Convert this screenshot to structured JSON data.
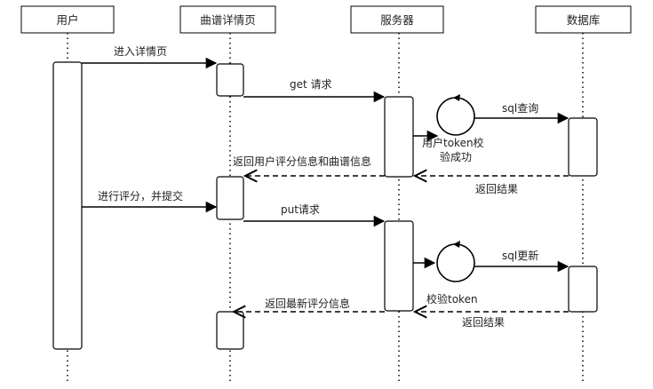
{
  "diagram": {
    "participants": [
      {
        "id": "user",
        "label": "用户"
      },
      {
        "id": "detail",
        "label": "曲谱详情页"
      },
      {
        "id": "server",
        "label": "服务器"
      },
      {
        "id": "db",
        "label": "数据库"
      }
    ],
    "messages": [
      {
        "id": "m1",
        "label": "进入详情页",
        "from": "user",
        "to": "detail",
        "style": "solid"
      },
      {
        "id": "m2",
        "label": "get 请求",
        "from": "detail",
        "to": "server",
        "style": "solid"
      },
      {
        "id": "m3",
        "label": "sql查询",
        "from": "token-check-1",
        "to": "db",
        "style": "solid"
      },
      {
        "id": "m4",
        "label": "返回结果",
        "from": "db",
        "to": "server",
        "style": "dashed"
      },
      {
        "id": "m5",
        "label": "返回用户评分信息和曲谱信息",
        "from": "server",
        "to": "detail",
        "style": "dashed"
      },
      {
        "id": "m6",
        "label": "进行评分，并提交",
        "from": "user",
        "to": "detail",
        "style": "solid"
      },
      {
        "id": "m7",
        "label": "put请求",
        "from": "detail",
        "to": "server",
        "style": "solid"
      },
      {
        "id": "m8",
        "label": "sql更新",
        "from": "token-check-2",
        "to": "db",
        "style": "solid"
      },
      {
        "id": "m9",
        "label": "返回结果",
        "from": "db",
        "to": "server",
        "style": "dashed"
      },
      {
        "id": "m10",
        "label": "返回最新评分信息",
        "from": "server",
        "to": "detail",
        "style": "dashed"
      }
    ],
    "self_checks": [
      {
        "id": "c1",
        "label_line1": "用户token校",
        "label_line2": "验成功"
      },
      {
        "id": "c2",
        "label_line1": "校验token",
        "label_line2": ""
      }
    ]
  }
}
